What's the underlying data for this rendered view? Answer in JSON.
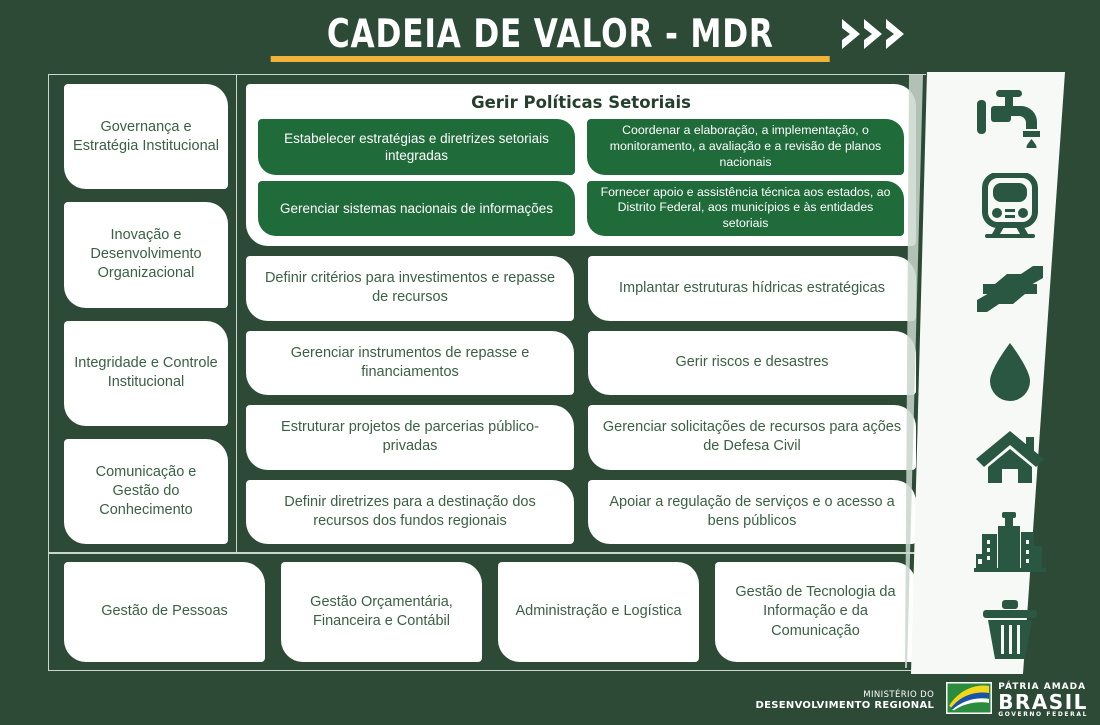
{
  "header": {
    "title": "CADEIA DE VALOR - MDR",
    "chevrons_icon": "triple-chevron-right-icon",
    "underline_color": "#efb339"
  },
  "colors": {
    "background": "#2c4a36",
    "card_white": "#ffffff",
    "card_green": "#1f6b3a",
    "text_green": "#3b6043",
    "accent_yellow": "#efb339"
  },
  "sidebar": {
    "items": [
      {
        "label": "Governança e Estratégia Institucional"
      },
      {
        "label": "Inovação e Desenvolvimento Organizacional"
      },
      {
        "label": "Integridade e Controle Institucional"
      },
      {
        "label": "Comunicação e Gestão do Conhecimento"
      }
    ]
  },
  "gerir_politicas": {
    "title": "Gerir Políticas Setoriais",
    "cards": [
      {
        "label": "Estabelecer estratégias e diretrizes setoriais integradas"
      },
      {
        "label": "Coordenar a elaboração, a implementação, o monitoramento, a avaliação e a revisão de planos nacionais"
      },
      {
        "label": "Gerenciar sistemas nacionais de informações"
      },
      {
        "label": "Fornecer apoio e assistência técnica aos estados, ao Distrito Federal, aos municípios e às entidades setoriais"
      }
    ]
  },
  "processes": {
    "cards": [
      {
        "label": "Definir critérios para investimentos e repasse de recursos"
      },
      {
        "label": "Implantar estruturas hídricas estratégicas"
      },
      {
        "label": "Gerenciar instrumentos de repasse e financiamentos"
      },
      {
        "label": "Gerir riscos e desastres"
      },
      {
        "label": "Estruturar projetos de parcerias público-privadas"
      },
      {
        "label": "Gerenciar solicitações de recursos para ações de Defesa Civil"
      },
      {
        "label": "Definir diretrizes para a destinação dos recursos dos fundos regionais"
      },
      {
        "label": "Apoiar a regulação de serviços e o acesso a bens públicos"
      }
    ]
  },
  "support": {
    "cards": [
      {
        "label": "Gestão de Pessoas"
      },
      {
        "label": "Gestão Orçamentária, Financeira e Contábil"
      },
      {
        "label": "Administração e Logística"
      },
      {
        "label": "Gestão de Tecnologia da Informação e da Comunicação"
      }
    ]
  },
  "icon_band": {
    "icons": [
      "faucet-tap-icon",
      "train-icon",
      "hands-protecting-icon",
      "water-drop-icon",
      "house-icon",
      "city-buildings-icon",
      "trash-bin-icon"
    ]
  },
  "footer": {
    "ministry_line1": "MINISTÉRIO DO",
    "ministry_line2": "DESENVOLVIMENTO REGIONAL",
    "brasil_line1": "PÁTRIA AMADA",
    "brasil_line2": "BRASIL",
    "brasil_line3": "GOVERNO FEDERAL",
    "flag_icon": "brazil-flag-icon"
  }
}
